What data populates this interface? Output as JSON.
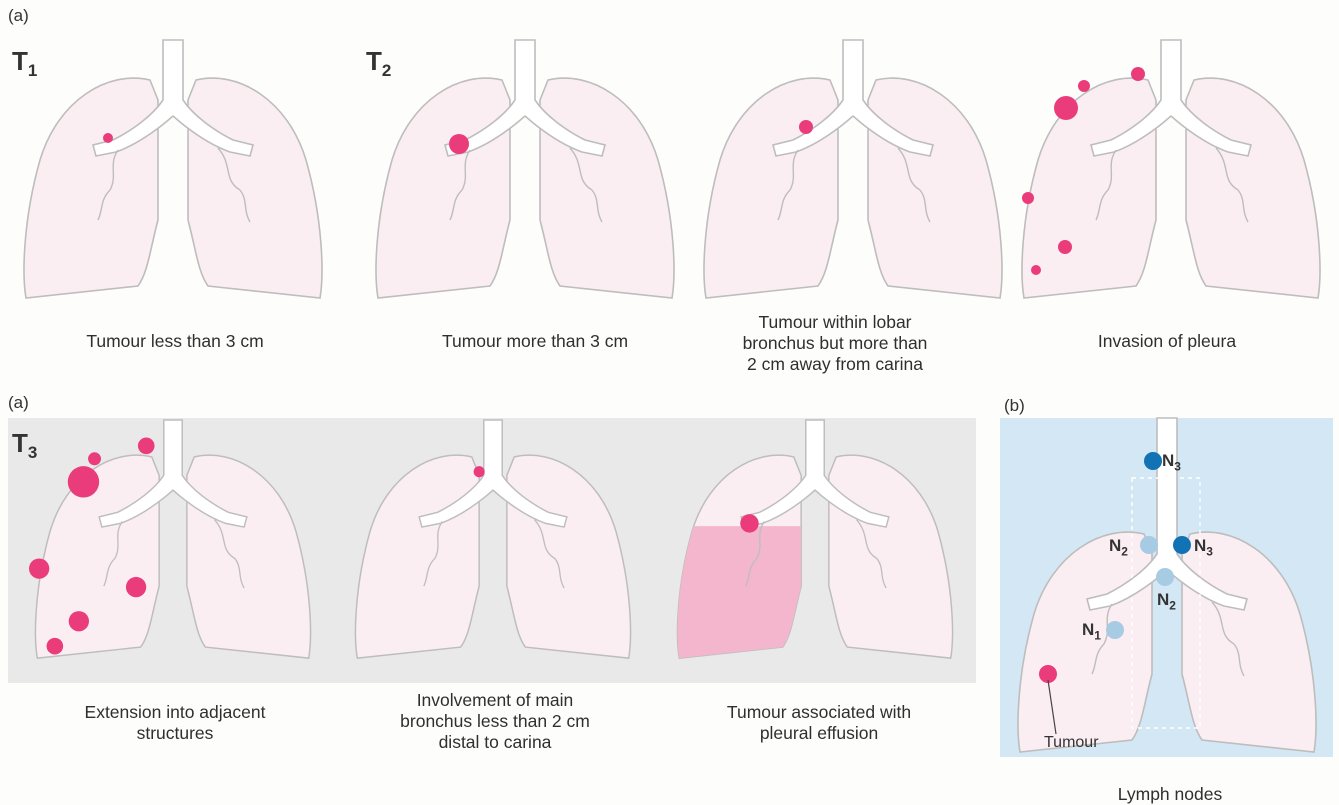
{
  "top_row": {
    "panel_letter": "(a)",
    "stage_t1": {
      "letter": "T",
      "number": "1"
    },
    "stage_t2": {
      "letter": "T",
      "number": "2"
    },
    "captions": [
      "Tumour less than 3 cm",
      "Tumour more than 3 cm",
      "Tumour within lobar\nbronchus but more than\n2 cm away from carina",
      "Invasion of pleura"
    ]
  },
  "bottom_row": {
    "panel_letter": "(a)",
    "stage_t3": {
      "letter": "T",
      "number": "3"
    },
    "captions": [
      "Extension into adjacent\nstructures",
      "Involvement of main\nbronchus less than 2 cm\ndistal to carina",
      "Tumour associated with\npleural effusion"
    ]
  },
  "lymph_panel": {
    "panel_letter": "(b)",
    "labels": [
      {
        "letter": "N",
        "number": "3"
      },
      {
        "letter": "N",
        "number": "2"
      },
      {
        "letter": "N",
        "number": "3"
      },
      {
        "letter": "N",
        "number": "2"
      },
      {
        "letter": "N",
        "number": "1"
      }
    ],
    "tumour_label": "Tumour",
    "caption": "Lymph nodes"
  },
  "colors": {
    "tumour": "#ea3c7b",
    "lung_fill": "#fbeef3",
    "effusion": "#f4b6cd",
    "node_light": "#a7cbe3",
    "node_dark": "#1173b3",
    "grey_band": "#e9e9e9",
    "blue_band": "#d3e7f4"
  }
}
